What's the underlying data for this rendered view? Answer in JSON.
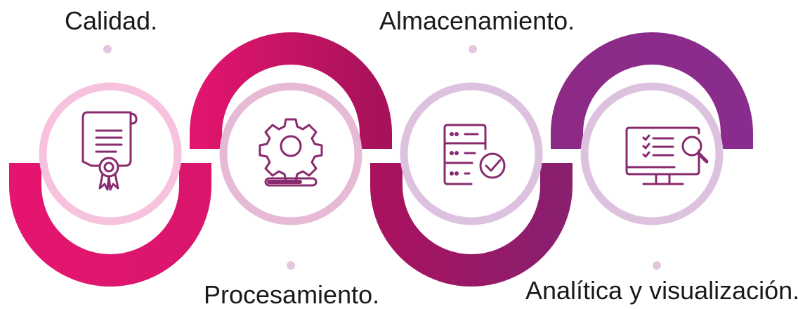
{
  "steps": [
    {
      "label": "Calidad.",
      "icon": "certificate-scroll-icon"
    },
    {
      "label": "Procesamiento.",
      "icon": "gear-progress-icon"
    },
    {
      "label": "Almacenamiento.",
      "icon": "server-check-icon"
    },
    {
      "label": "Analítica y visualización.",
      "icon": "monitor-search-icon"
    }
  ],
  "colors": {
    "magenta": "#e5156f",
    "crimson": "#b01259",
    "plum": "#9a1f70",
    "purple": "#882c8c",
    "ring_pink": "#f7c2dd",
    "ring_mauve": "#e6b9d5",
    "ring_lilac": "#ddc2e0",
    "dot": "#e2c8de",
    "icon": "#882a6e"
  }
}
